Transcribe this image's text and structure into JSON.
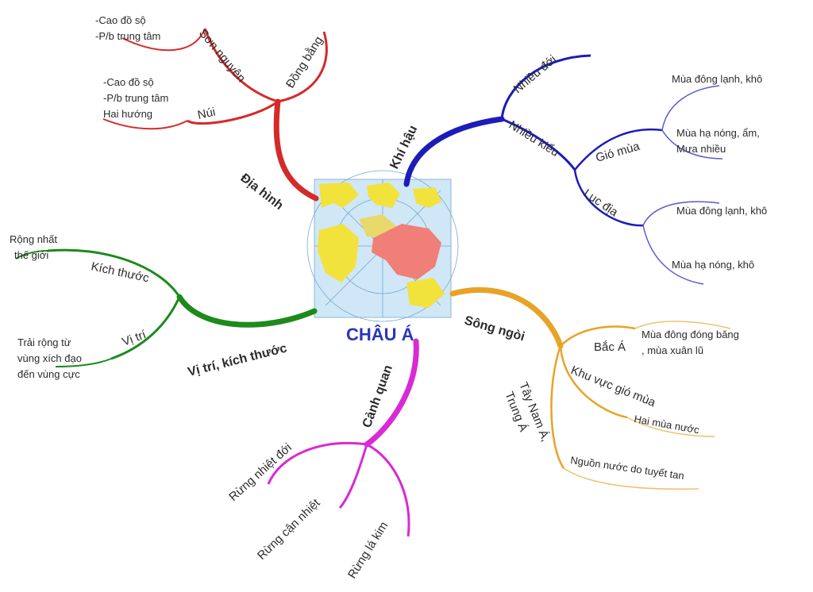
{
  "center": {
    "title": "CHÂU Á",
    "icon": "world-map-globe-icon"
  },
  "colors": {
    "dia_hinh": "#d42a2a",
    "khi_hau": "#1c1cb8",
    "song_ngoi": "#e8a326",
    "canh_quan": "#d92ad4",
    "vi_tri": "#1d8a1d"
  },
  "dia_hinh": {
    "label": "Địa hình",
    "son_nguyen": "Sơn nguyên",
    "son_nguyen_notes": [
      "-Cao đồ sộ",
      "-P/b trung tâm"
    ],
    "dong_bang": "Đồng bằng",
    "nui": "Núi",
    "nui_notes": [
      "-Cao đồ sộ",
      "-P/b trung tâm",
      "Hai hướng"
    ]
  },
  "khi_hau": {
    "label": "Khí hậu",
    "nhieu_doi": "Nhiều đới",
    "nhieu_kieu": "Nhiều kiểu",
    "gio_mua": "Gió mùa",
    "gio_mua_1": "Mùa đông lạnh, khô",
    "gio_mua_2a": "Mùa hạ nóng, ẩm,",
    "gio_mua_2b": "Mưa nhiều",
    "luc_dia": "Lục địa",
    "luc_dia_1": "Mùa đông lạnh, khô",
    "luc_dia_2": "Mùa hạ nóng, khô"
  },
  "song_ngoi": {
    "label": "Sông ngòi",
    "bac_a": "Bắc Á",
    "bac_a_note_1": "Mùa đông đóng băng",
    "bac_a_note_2": ", mùa xuân lũ",
    "kv_gio_mua": "Khu vực gió mùa",
    "hai_mua_nuoc": "Hai mùa nước",
    "tay_nam_a": "Tây Nam Á,",
    "trung_a": "Trung Á",
    "nguon_nuoc": "Nguồn nước do tuyết tan"
  },
  "canh_quan": {
    "label": "Cảnh quan",
    "rung_nhiet_doi": "Rừng nhiệt đới",
    "rung_can_nhiet": "Rừng cận nhiệt",
    "rung_la_kim": "Rừng lá kim"
  },
  "vi_tri": {
    "label": "Vị trí, kích thước",
    "kich_thuoc": "Kích thước",
    "kich_thuoc_note": [
      "Rộng nhất",
      "thế giới"
    ],
    "vi_tri": "Vị trí",
    "vi_tri_note": [
      "Trải rộng từ",
      "vùng xích đạo",
      "đến vùng cực"
    ]
  }
}
